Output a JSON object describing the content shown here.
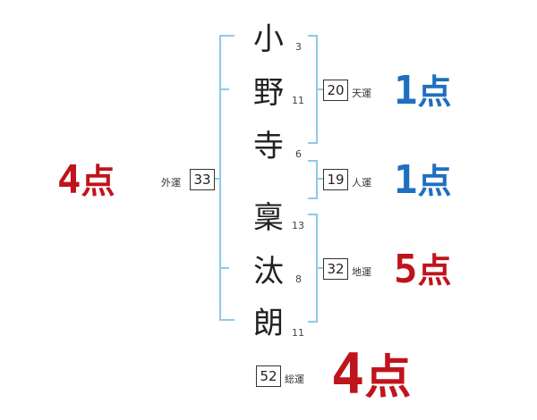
{
  "name_chars": [
    {
      "char": "小",
      "strokes": "3"
    },
    {
      "char": "野",
      "strokes": "11"
    },
    {
      "char": "寺",
      "strokes": "6"
    },
    {
      "char": "稟",
      "strokes": "13"
    },
    {
      "char": "汰",
      "strokes": "8"
    },
    {
      "char": "朗",
      "strokes": "11"
    }
  ],
  "fortunes": {
    "ten": {
      "label": "天運",
      "value": "20",
      "score_num": "1",
      "score_unit": "点"
    },
    "jin": {
      "label": "人運",
      "value": "19",
      "score_num": "1",
      "score_unit": "点"
    },
    "chi": {
      "label": "地運",
      "value": "32",
      "score_num": "5",
      "score_unit": "点"
    },
    "gai": {
      "label": "外運",
      "value": "33",
      "score_num": "4",
      "score_unit": "点"
    },
    "sou": {
      "label": "総運",
      "value": "52",
      "score_num": "4",
      "score_unit": "点"
    }
  },
  "colors": {
    "bracket": "#8ec9e8",
    "good": "#1f6fc0",
    "bad": "#c0141c"
  }
}
